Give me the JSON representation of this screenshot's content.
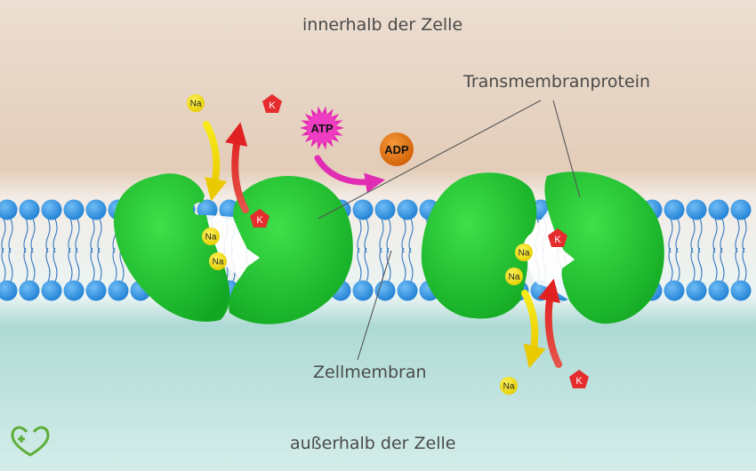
{
  "labels": {
    "inside": "innerhalb der Zelle",
    "outside": "außerhalb der Zelle",
    "protein": "Transmembranprotein",
    "membrane": "Zellmembran"
  },
  "ions": {
    "sodium": "Na",
    "potassium": "K",
    "atp": "ATP",
    "adp": "ADP"
  },
  "colors": {
    "inside_top": "#E6D5C6",
    "outside": "#A9D7D2",
    "membrane_head": "#2E8FE0",
    "protein": "#1DC22E",
    "sodium": "#F2E20F",
    "potassium": "#E52D2D",
    "atp": "#E628B4",
    "adp": "#E6730F",
    "logo": "#5DAE3A"
  },
  "icons": {
    "logo": "heart-cross-logo-icon"
  }
}
